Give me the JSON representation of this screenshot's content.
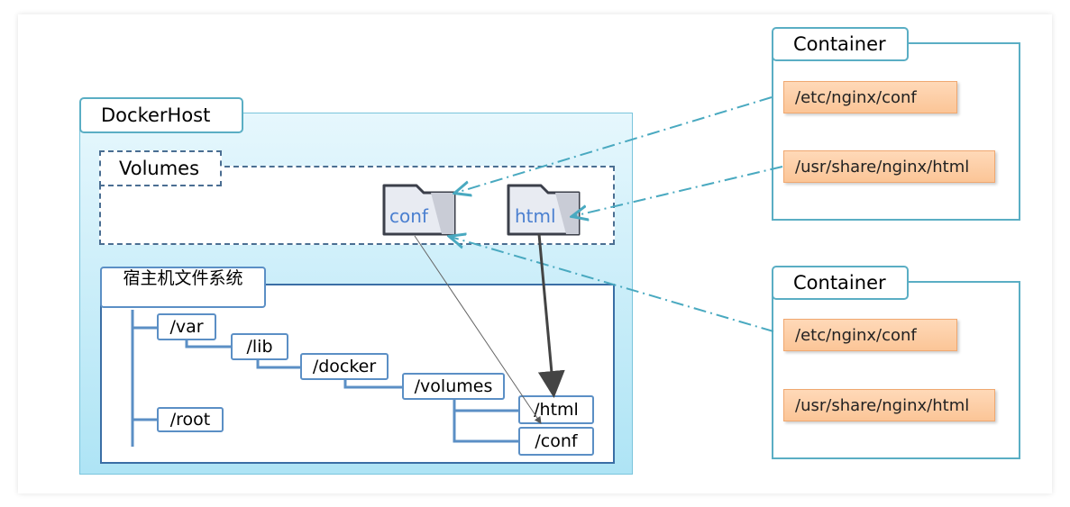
{
  "docker_host": {
    "title": "DockerHost"
  },
  "volumes": {
    "title": "Volumes",
    "folders": [
      "conf",
      "html"
    ]
  },
  "host_fs": {
    "title": "宿主机文件系统",
    "paths": [
      "/var",
      "/lib",
      "/docker",
      "/volumes",
      "/html",
      "/conf",
      "/root"
    ]
  },
  "containers": [
    {
      "title": "Container",
      "paths": [
        "/etc/nginx/conf",
        "/usr/share/nginx/html"
      ]
    },
    {
      "title": "Container",
      "paths": [
        "/etc/nginx/conf",
        "/usr/share/nginx/html"
      ]
    }
  ],
  "colors": {
    "frame_teal": "#5aaec4",
    "path_blue": "#5b8fc5",
    "mount_orange": "#fbc597",
    "arrow_teal": "#49a9c0"
  }
}
